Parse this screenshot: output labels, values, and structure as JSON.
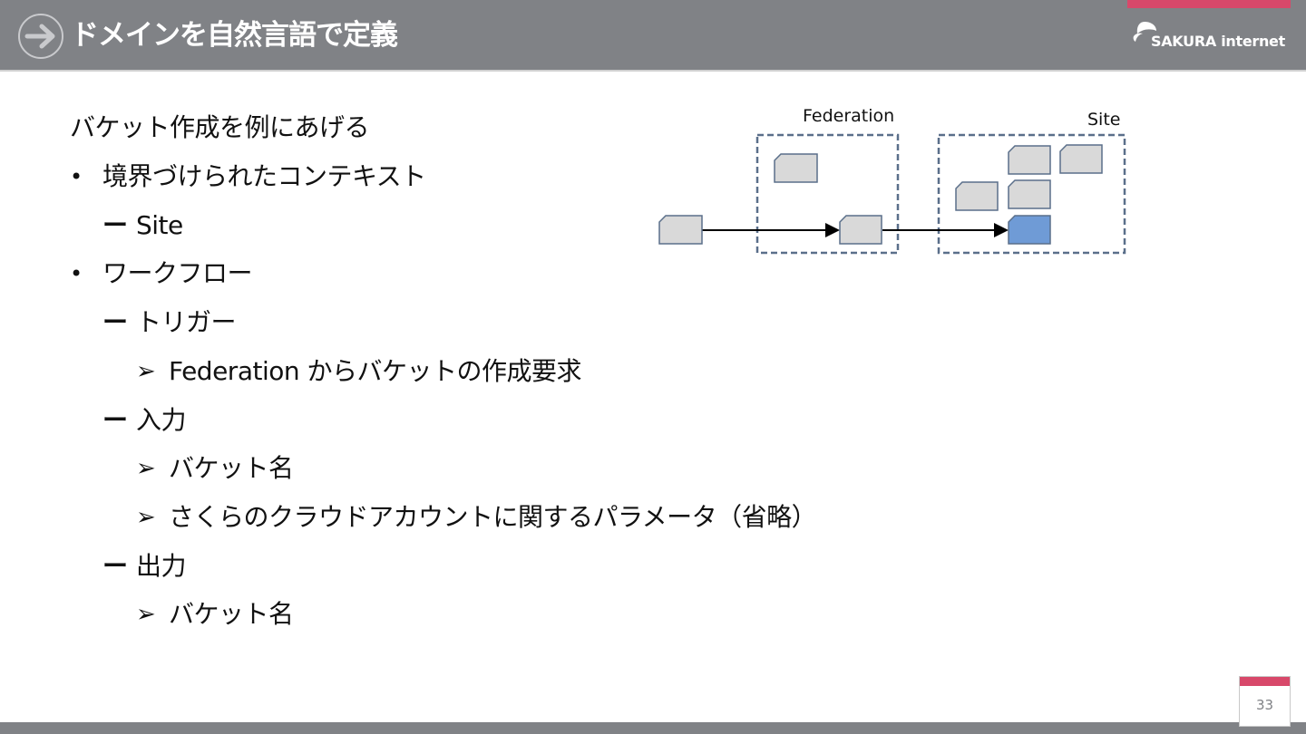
{
  "header": {
    "title": "ドメインを自然言語で定義",
    "logo_text": "SAKURA internet",
    "accent_color": "#d8486a",
    "background_color": "#808286",
    "icon": "arrow-right-circle-icon"
  },
  "content": {
    "intro": "バケット作成を例にあげる",
    "bullet_char": "•",
    "dash_char": "ー",
    "arrow_char": "➢",
    "bounded_context": {
      "label": "境界づけられたコンテキスト",
      "value": "Site"
    },
    "workflow": {
      "label": "ワークフロー",
      "trigger": {
        "label": "トリガー",
        "items": [
          "Federation からバケットの作成要求"
        ]
      },
      "input": {
        "label": "入力",
        "items": [
          "バケット名",
          "さくらのクラウドアカウントに関するパラメータ（省略）"
        ]
      },
      "output": {
        "label": "出力",
        "items": [
          "バケット名"
        ]
      }
    }
  },
  "diagram": {
    "federation_label": "Federation",
    "site_label": "Site",
    "card_color": "#d9d9d9",
    "highlight_color": "#6f9bd6",
    "border_color": "#5a6f8a"
  },
  "footer": {
    "page_number": "33"
  }
}
